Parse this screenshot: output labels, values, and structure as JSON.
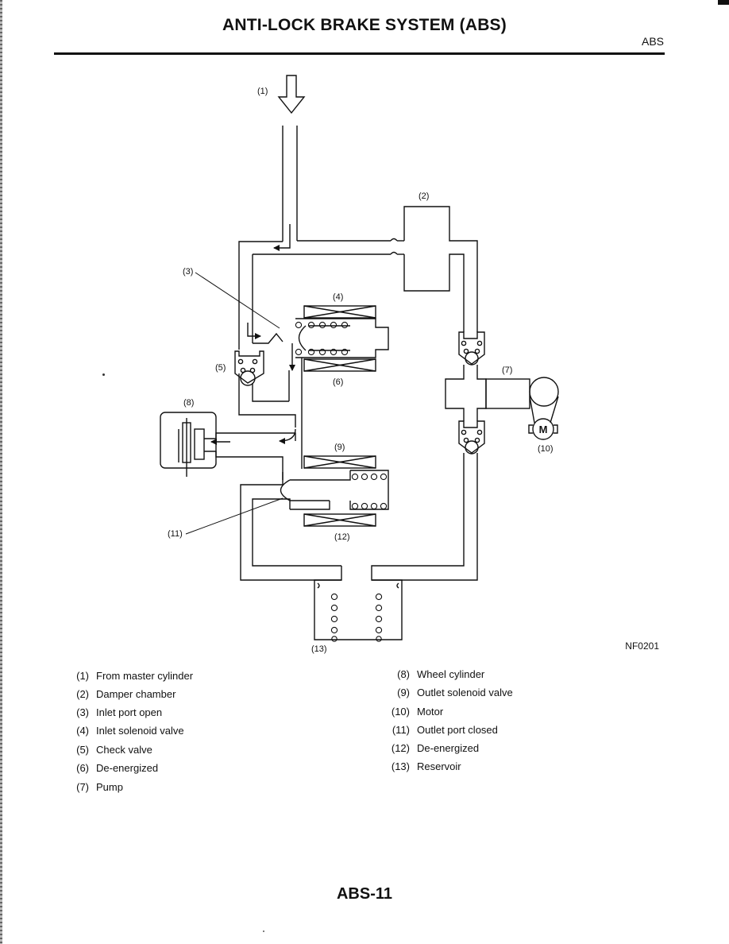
{
  "header": {
    "title": "ANTI-LOCK BRAKE SYSTEM (ABS)",
    "section": "ABS"
  },
  "diagram": {
    "callouts": [
      "(1)",
      "(2)",
      "(3)",
      "(4)",
      "(5)",
      "(6)",
      "(7)",
      "(8)",
      "(9)",
      "(10)",
      "(11)",
      "(12)",
      "(13)"
    ],
    "motor_symbol": "M",
    "figure_code": "NF0201"
  },
  "legend": {
    "left": [
      {
        "num": "(1)",
        "label": "From master cylinder"
      },
      {
        "num": "(2)",
        "label": "Damper chamber"
      },
      {
        "num": "(3)",
        "label": "Inlet port open"
      },
      {
        "num": "(4)",
        "label": "Inlet solenoid valve"
      },
      {
        "num": "(5)",
        "label": "Check valve"
      },
      {
        "num": "(6)",
        "label": "De-energized"
      },
      {
        "num": "(7)",
        "label": "Pump"
      }
    ],
    "right": [
      {
        "num": "(8)",
        "label": "Wheel cylinder"
      },
      {
        "num": "(9)",
        "label": "Outlet solenoid valve"
      },
      {
        "num": "(10)",
        "label": "Motor"
      },
      {
        "num": "(11)",
        "label": "Outlet port closed"
      },
      {
        "num": "(12)",
        "label": "De-energized"
      },
      {
        "num": "(13)",
        "label": "Reservoir"
      }
    ]
  },
  "footer": {
    "page_number": "ABS-11"
  }
}
